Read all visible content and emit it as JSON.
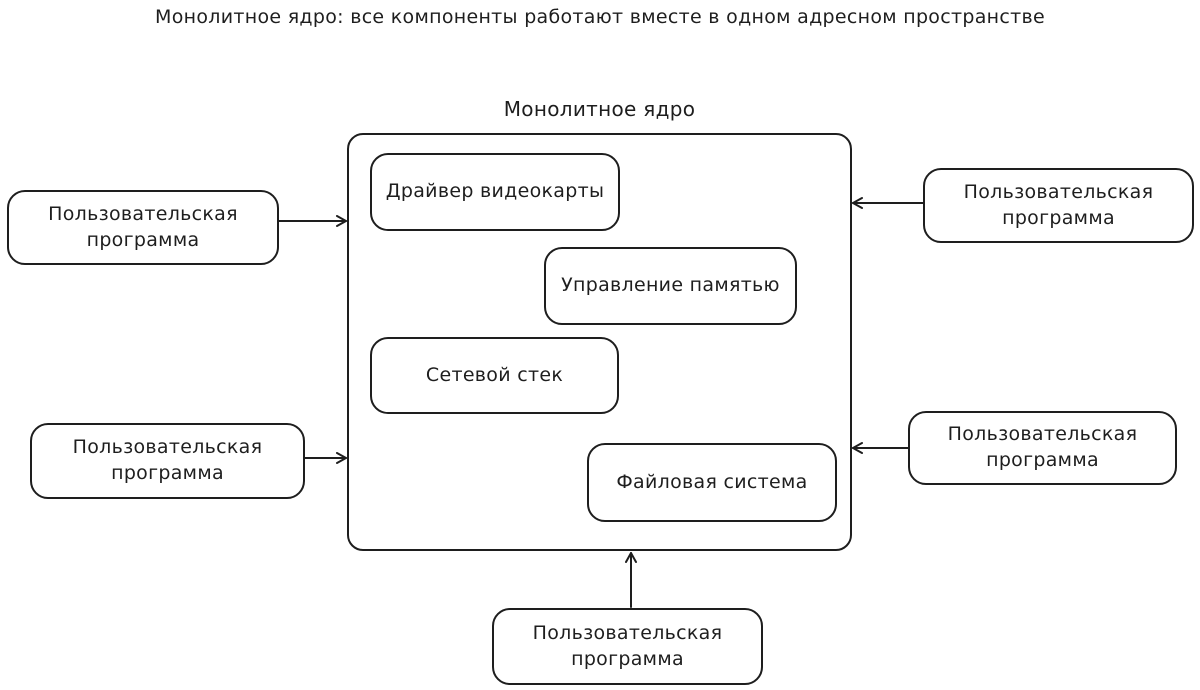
{
  "title": "Монолитное ядро: все компоненты работают вместе в одном адресном пространстве",
  "kernel": {
    "label": "Монолитное ядро",
    "components": [
      {
        "id": "gpu-driver",
        "label": "Драйвер видеокарты"
      },
      {
        "id": "memory-management",
        "label": "Управление памятью"
      },
      {
        "id": "network-stack",
        "label": "Сетевой стек"
      },
      {
        "id": "file-system",
        "label": "Файловая система"
      }
    ]
  },
  "user_programs": [
    {
      "position": "left-top",
      "label": "Пользовательская программа"
    },
    {
      "position": "left-bottom",
      "label": "Пользовательская программа"
    },
    {
      "position": "right-top",
      "label": "Пользовательская программа"
    },
    {
      "position": "right-bottom",
      "label": "Пользовательская программа"
    },
    {
      "position": "bottom-center",
      "label": "Пользовательская программа"
    }
  ],
  "colors": {
    "stroke": "#1e1e1e",
    "background": "#ffffff",
    "text": "#1e1e1e"
  }
}
